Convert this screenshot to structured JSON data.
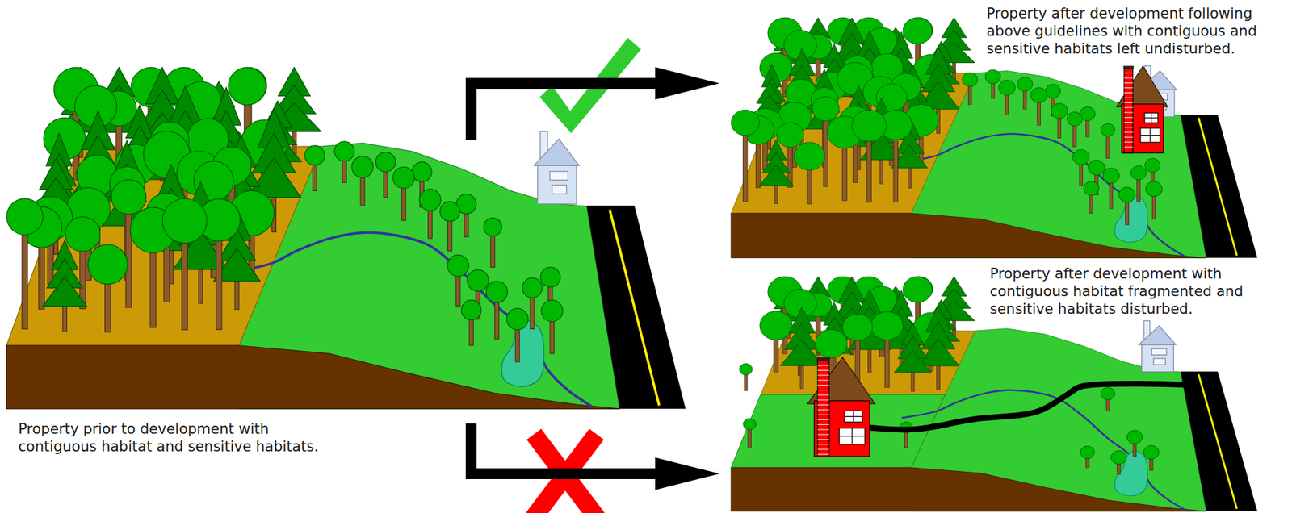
{
  "diagram": {
    "nodes": [
      {
        "text": [
          "Property prior to development with contiguous habitat and sensitive habitats."
        ]
      },
      {
        "text": [
          "Property after development following above guidelines with contiguous and sensitive habitats left undisturbed."
        ]
      },
      {
        "text": [
          "Property after development with contiguous habitat fragmented and sensitive habitats disturbed."
        ]
      }
    ],
    "edges": [
      {
        "from": 0,
        "to": 1,
        "arrow": "to"
      },
      {
        "from": 0,
        "to": 2,
        "arrow": "to"
      }
    ]
  }
}
